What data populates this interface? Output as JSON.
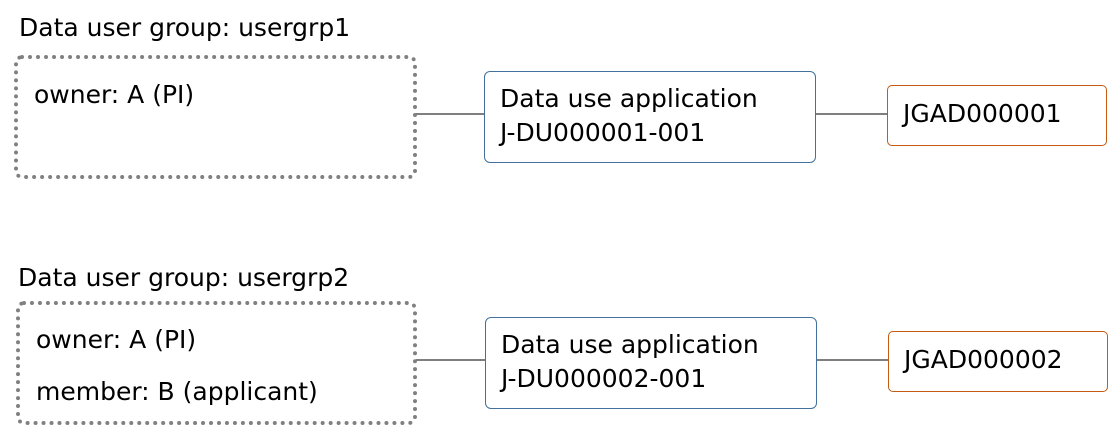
{
  "colors": {
    "group_border": "#808080",
    "connector": "#7f7f7f",
    "application_border": "#41719c",
    "dataset_border": "#c55a11"
  },
  "rows": [
    {
      "group": {
        "title": "Data user group: usergrp1",
        "members": [
          "owner: A (PI)"
        ]
      },
      "application": {
        "label": "Data use application",
        "id": "J-DU000001-001"
      },
      "dataset": {
        "id": "JGAD000001"
      }
    },
    {
      "group": {
        "title": "Data user group: usergrp2",
        "members": [
          "owner: A (PI)",
          "member: B (applicant)"
        ]
      },
      "application": {
        "label": "Data use application",
        "id": "J-DU000002-001"
      },
      "dataset": {
        "id": "JGAD000002"
      }
    }
  ]
}
